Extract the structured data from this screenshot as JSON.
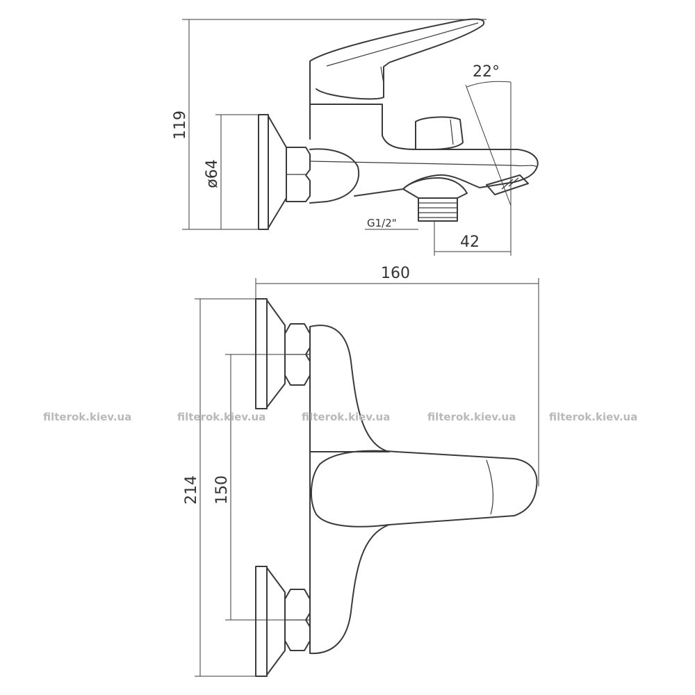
{
  "dimensions": {
    "height_top": "119",
    "diameter": "ø64",
    "angle": "22°",
    "thread": "G1/2\"",
    "spout_offset": "42",
    "width": "160",
    "height_front": "214",
    "center_distance": "150"
  },
  "watermarks": [
    "filterok.kiev.ua",
    "filterok.kiev.ua",
    "filterok.kiev.ua",
    "filterok.kiev.ua",
    "filterok.kiev.ua"
  ]
}
